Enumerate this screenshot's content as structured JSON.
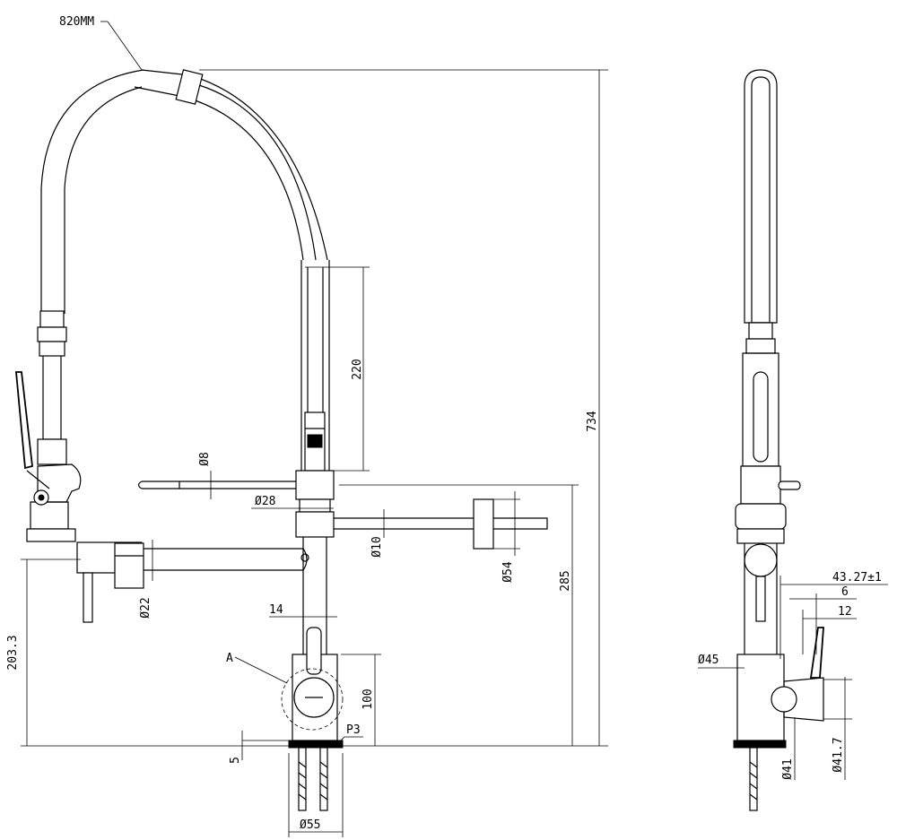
{
  "drawing": {
    "labels": {
      "hose_length": "820MM",
      "height_total": "734",
      "spring_length": "220",
      "dia_8": "Ø8",
      "dia_28": "Ø28",
      "dia_10": "Ø10",
      "dia_54": "Ø54",
      "dia_22": "Ø22",
      "height_285": "285",
      "height_203": "203.3",
      "width_14": "14",
      "marker_a": "A",
      "height_100": "100",
      "p3": "P3",
      "gap_5": "5",
      "dia_55": "Ø55",
      "offset_43": "43.27±1",
      "width_6": "6",
      "width_12": "12",
      "dia_45": "Ø45",
      "dia_41": "Ø41",
      "dia_41_7": "Ø41.7"
    },
    "colors": {
      "line": "#000000",
      "background": "#ffffff"
    }
  }
}
